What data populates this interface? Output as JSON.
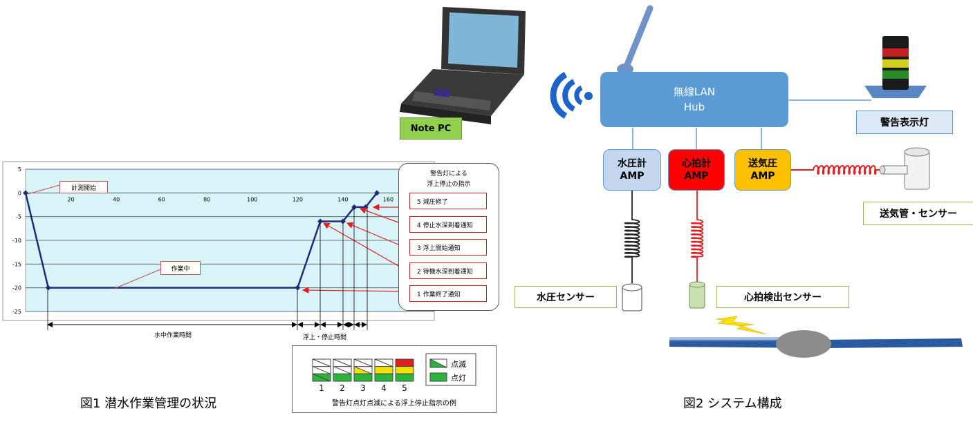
{
  "figure1": {
    "caption": "図1  潜水作業管理の状況",
    "chart_data": {
      "type": "line",
      "x": [
        0,
        10,
        120,
        130,
        140,
        145,
        150,
        155
      ],
      "values": [
        0,
        -20,
        -20,
        -6,
        -6,
        -3,
        -3,
        0
      ],
      "xlim": [
        0,
        180
      ],
      "ylim": [
        -25,
        5
      ],
      "x_ticks": [
        "20",
        "40",
        "60",
        "80",
        "100",
        "120",
        "140",
        "160"
      ],
      "y_ticks": [
        "5",
        "0",
        "-5",
        "-10",
        "-15",
        "-20",
        "-25"
      ],
      "grid": "horizontal",
      "color": "#1f2a7a",
      "background": "#d9f4f8"
    },
    "annotations": {
      "start": "計測開始",
      "working": "作業中"
    },
    "spans": {
      "underwater": "水中作業時間",
      "ascent": "浮上・停止時間"
    },
    "panel": {
      "title_line1": "警告灯による",
      "title_line2": "浮上停止の指示",
      "steps": [
        "5  減圧修了",
        "4  停止水深到着通知",
        "3  浮上開始通知",
        "2  待機水深到着通知",
        "1  作業終了通知"
      ]
    },
    "legend": {
      "numbers": [
        "1",
        "2",
        "3",
        "4",
        "5"
      ],
      "blink": "点滅",
      "on": "点灯",
      "caption": "警告灯点灯点滅による浮上停止指示の例",
      "colors": {
        "green": "#2bb33a",
        "yellow": "#f2e200",
        "red": "#e02020"
      }
    }
  },
  "figure2": {
    "caption": "図2  システム構成",
    "note_pc": "Note PC",
    "hub_line1": "無線LAN",
    "hub_line2": "Hub",
    "warning_light": "警告表示灯",
    "amps": [
      {
        "line1": "水圧計",
        "line2": "AMP",
        "color": "#c5d6ee"
      },
      {
        "line1": "心拍計",
        "line2": "AMP",
        "color": "#ff0000"
      },
      {
        "line1": "送気圧",
        "line2": "AMP",
        "color": "#ffc000"
      }
    ],
    "sensors": {
      "air_hose": "送気管・センサー",
      "pressure": "水圧センサー",
      "heartbeat": "心拍検出センサー"
    },
    "colors": {
      "hub": "#5b9bd5",
      "link": "#8eb4e3"
    }
  }
}
